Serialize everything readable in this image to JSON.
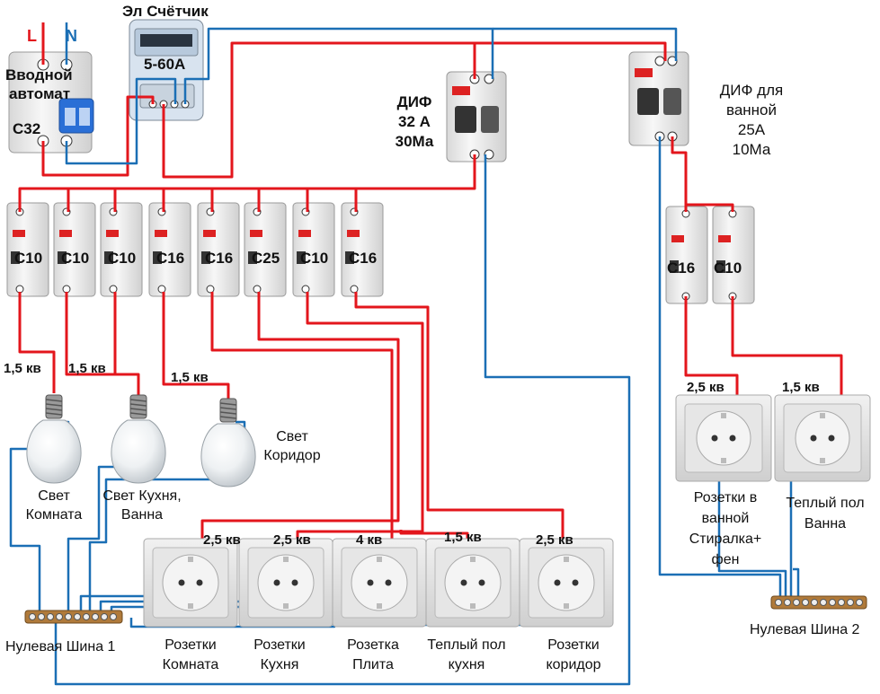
{
  "colors": {
    "phase": "#e3161c",
    "neutral": "#1b6fb5",
    "breaker_body": "#eeeeee",
    "breaker_shadow": "#cfcfcf",
    "socket_plate": "#d9d9d9",
    "busbar": "#b07a3a"
  },
  "labels": {
    "L": "L",
    "N": "N",
    "main_breaker_line1": "Вводной",
    "main_breaker_line2": "автомат",
    "main_breaker_rating": "C32",
    "meter_title": "Эл Счётчик",
    "meter_range": "5-60A",
    "rcd1_line1": "ДИФ",
    "rcd1_line2": "32 А",
    "rcd1_line3": "30Ма",
    "rcd2_line1": "ДИФ для",
    "rcd2_line2": "ванной",
    "rcd2_line3": "25А",
    "rcd2_line4": "10Ма",
    "breakers": [
      "C10",
      "C10",
      "C10",
      "C16",
      "C16",
      "C25",
      "C10",
      "C16"
    ],
    "bath_breakers": [
      "C16",
      "C10"
    ],
    "wire_sizes": {
      "lamp1": "1,5 кв",
      "lamp2": "1,5 кв",
      "lamp3": "1,5 кв",
      "sock1": "2,5 кв",
      "sock2": "2,5 кв",
      "sock3": "4 кв",
      "sock4": "1,5 кв",
      "sock5": "2,5 кв",
      "bath1": "2,5 кв",
      "bath2": "1,5 кв"
    },
    "lamp_room_1": "Свет",
    "lamp_room_2": "Комната",
    "lamp_kitchen_1": "Свет Кухня,",
    "lamp_kitchen_2": "Ванна",
    "lamp_corridor_1": "Свет",
    "lamp_corridor_2": "Коридор",
    "sock_room_1": "Розетки",
    "sock_room_2": "Комната",
    "sock_kitchen_1": "Розетки",
    "sock_kitchen_2": "Кухня",
    "sock_stove_1": "Розетка",
    "sock_stove_2": "Плита",
    "sock_floor_1": "Теплый пол",
    "sock_floor_2": "кухня",
    "sock_corr_1": "Розетки",
    "sock_corr_2": "коридор",
    "bath_sock_1": "Розетки в",
    "bath_sock_2": "ванной",
    "bath_sock_3": "Стиралка+",
    "bath_sock_4": "фен",
    "bath_floor_1": "Теплый пол",
    "bath_floor_2": "Ванна",
    "bus1": "Нулевая Шина 1",
    "bus2": "Нулевая Шина 2"
  }
}
